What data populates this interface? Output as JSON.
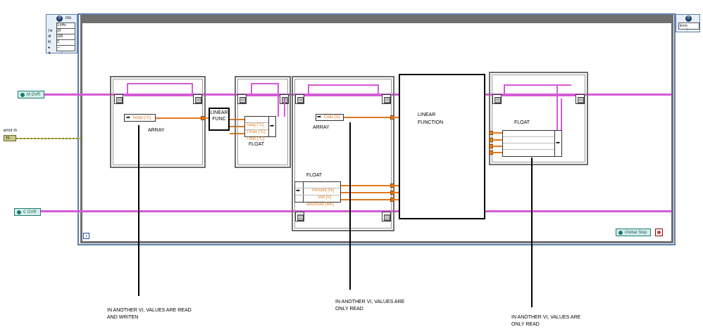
{
  "timed_loop": {
    "badge": "ms",
    "rows": [
      {
        "label": "ƒw",
        "value": "1 kHz"
      },
      {
        "label": "dt",
        "value": "20"
      },
      {
        "label": "t0",
        "value": "100"
      },
      {
        "label": "●",
        "value": "2"
      },
      {
        "label": "↯",
        "value": "---"
      }
    ],
    "right_badge": "Error"
  },
  "controls": {
    "m_dvr": "M DVR",
    "c_dvr": "C DVR",
    "error_in_label": "error in",
    "error_in_value": "TF"
  },
  "blocks": {
    "array1": {
      "field": "Temp [°C]",
      "label": "ARRAY"
    },
    "linear_func": {
      "label": "LINEAR FUNC"
    },
    "float1": {
      "fields": [
        "Tavg [°C]",
        "Tmax [°C]",
        "Tmin [°C]"
      ],
      "label": "FLOAT"
    },
    "array2": {
      "field": "Cells [V]",
      "label": "ARRAY"
    },
    "float2": {
      "fields": [
        "Percent [%]",
        "Volt [V]",
        "absorbed [Wh]"
      ],
      "label": "FLOAT"
    },
    "linear_function": {
      "label": "LINEAR FUNCTION"
    },
    "float3": {
      "label": "FLOAT"
    }
  },
  "global_stop": "Global Stop",
  "loop_index": "i",
  "annotations": [
    {
      "text": "IN ANOTHER VI, VALUES ARE READ AND WRITEN"
    },
    {
      "text": "IN ANOTHER VI, VALUES ARE ONLY READ"
    },
    {
      "text": "IN ANOTHER VI, VALUES ARE ONLY READ"
    }
  ]
}
